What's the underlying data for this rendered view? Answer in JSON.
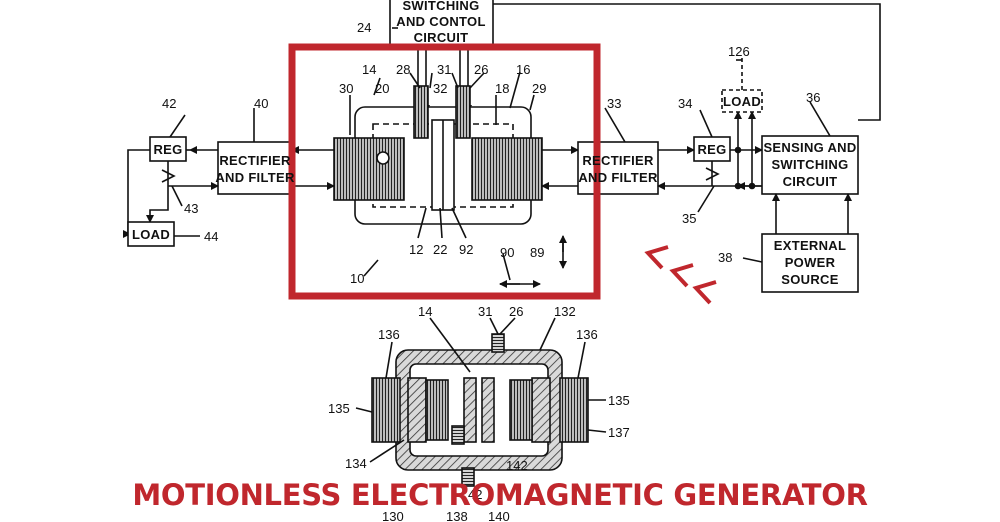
{
  "caption": "MOTIONLESS ELECTROMAGNETIC GENERATOR",
  "colors": {
    "accent": "#c0272d",
    "line": "#111111",
    "coil": "#2a2a2a"
  },
  "blocks": {
    "switching": [
      "SWITCHING",
      "AND CONTOL",
      "CIRCUIT"
    ],
    "rectifier_left": [
      "RECTIFIER",
      "AND FILTER"
    ],
    "rectifier_right": [
      "RECTIFIER",
      "AND FILTER"
    ],
    "reg_left": "REG",
    "reg_right": "REG",
    "load_left": "LOAD",
    "load_right": "LOAD",
    "sensing": [
      "SENSING AND",
      "SWITCHING",
      "CIRCUIT"
    ],
    "external": [
      "EXTERNAL",
      "POWER",
      "SOURCE"
    ]
  },
  "ref_numbers": {
    "n24": "24",
    "n14": "14",
    "n28": "28",
    "n31": "31",
    "n26": "26",
    "n16": "16",
    "n30": "30",
    "n20": "20",
    "n32": "32",
    "n18": "18",
    "n29": "29",
    "n42": "42",
    "n40": "40",
    "n43": "43",
    "n44": "44",
    "n33": "33",
    "n34": "34",
    "n35": "35",
    "n36": "36",
    "n126": "126",
    "n38": "38",
    "n12": "12",
    "n22": "22",
    "n92": "92",
    "n10": "10",
    "n90": "90",
    "n89": "89",
    "b14": "14",
    "b31": "31",
    "b26": "26",
    "b132": "132",
    "b136l": "136",
    "b136r": "136",
    "b135l": "135",
    "b135r": "135",
    "b137": "137",
    "b134": "134",
    "b142": "142",
    "b130": "130",
    "b138": "138",
    "b140": "140",
    "b42": "42"
  }
}
